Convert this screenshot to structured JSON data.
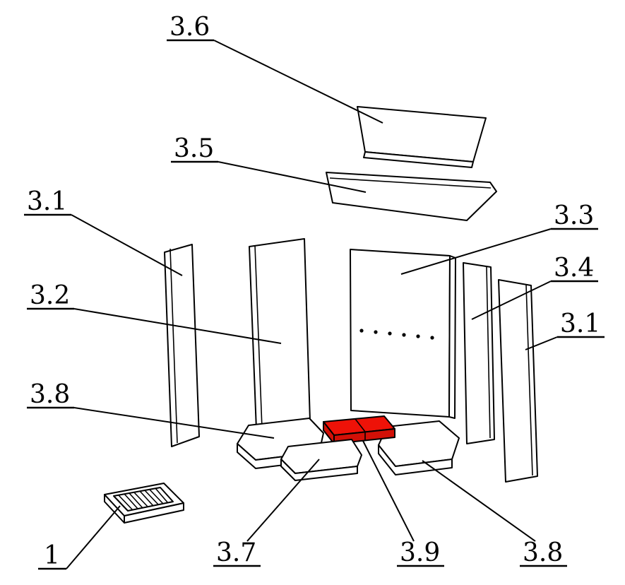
{
  "figure": {
    "type": "exploded-parts-diagram",
    "background_color": "#ffffff",
    "line_color": "#000000",
    "highlight_color": "#ee1208",
    "highlighted_part_label": "3.9"
  },
  "parts": [
    {
      "label": "3.6",
      "name": "top-baffle-plate",
      "highlighted": false
    },
    {
      "label": "3.5",
      "name": "lower-baffle-plate",
      "highlighted": false
    },
    {
      "label": "3.1",
      "name": "side-panel-left",
      "highlighted": false
    },
    {
      "label": "3.2",
      "name": "back-panel-left",
      "highlighted": false
    },
    {
      "label": "3.3",
      "name": "back-panel-center",
      "highlighted": false
    },
    {
      "label": "3.4",
      "name": "back-panel-right",
      "highlighted": false
    },
    {
      "label": "3.1",
      "name": "side-panel-right",
      "highlighted": false
    },
    {
      "label": "3.8",
      "name": "bottom-stone-left",
      "highlighted": false
    },
    {
      "label": "1",
      "name": "grate-tray",
      "highlighted": false
    },
    {
      "label": "3.7",
      "name": "bottom-stone-front",
      "highlighted": false
    },
    {
      "label": "3.9",
      "name": "bottom-brick-highlighted",
      "highlighted": true
    },
    {
      "label": "3.8",
      "name": "bottom-stone-right",
      "highlighted": false
    }
  ]
}
